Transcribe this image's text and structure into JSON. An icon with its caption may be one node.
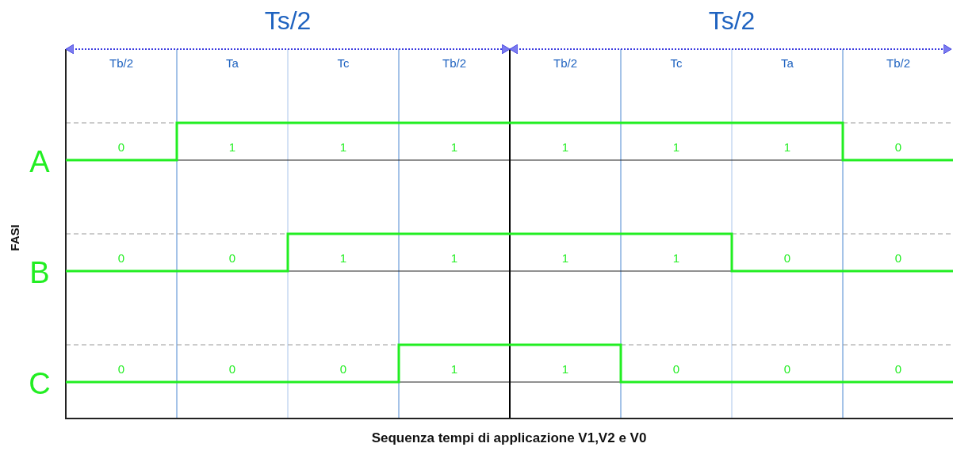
{
  "diagram": {
    "labels": [
      "Ts/2",
      "Ts/2",
      "Tb/2",
      "Ta",
      "Tc",
      "Tb/2",
      "Tb/2",
      "Tc",
      "Ta",
      "Tb/2",
      "A",
      "0",
      "1",
      "1",
      "1",
      "1",
      "1",
      "1",
      "0",
      "FASI",
      "B",
      "0",
      "0",
      "1",
      "1",
      "1",
      "1",
      "0",
      "0",
      "C",
      "0",
      "0",
      "0",
      "1",
      "1",
      "0",
      "0",
      "0",
      "Sequenza tempi di applicazione V1,V2 e V0"
    ]
  }
}
